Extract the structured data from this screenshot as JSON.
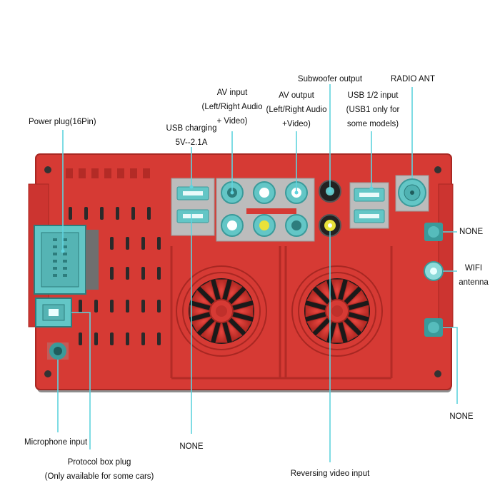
{
  "labels": {
    "power_plug": "Power plug(16Pin)",
    "usb_charging": [
      "USB charging",
      "5V--2.1A"
    ],
    "av_input": [
      "AV input",
      "(Left/Right Audio",
      "+ Video)"
    ],
    "av_output": [
      "AV output",
      "(Left/Right Audio",
      "+Video)"
    ],
    "subwoofer_output": "Subwoofer output",
    "usb_input": [
      "USB 1/2 input",
      "(USB1 only for",
      "some models)"
    ],
    "radio_ant": "RADIO ANT",
    "none_gps": "NONE",
    "wifi_antenna": [
      "WIFI",
      "antenna"
    ],
    "none_dab": "NONE",
    "microphone_input": "Microphone input",
    "protocol_box_plug": [
      "Protocol box plug",
      "(Only available for some cars)"
    ],
    "none_bottom": "NONE",
    "reversing_video_input": "Reversing video input"
  },
  "colors": {
    "unit_red": "#d63a34",
    "unit_red_dark": "#a82722",
    "panel_gray": "#b9b9b9",
    "callout": "#5fd3de",
    "connector_teal": "#63c6c6",
    "rca_yellow": "#e8e23a",
    "rca_black": "#222222"
  }
}
